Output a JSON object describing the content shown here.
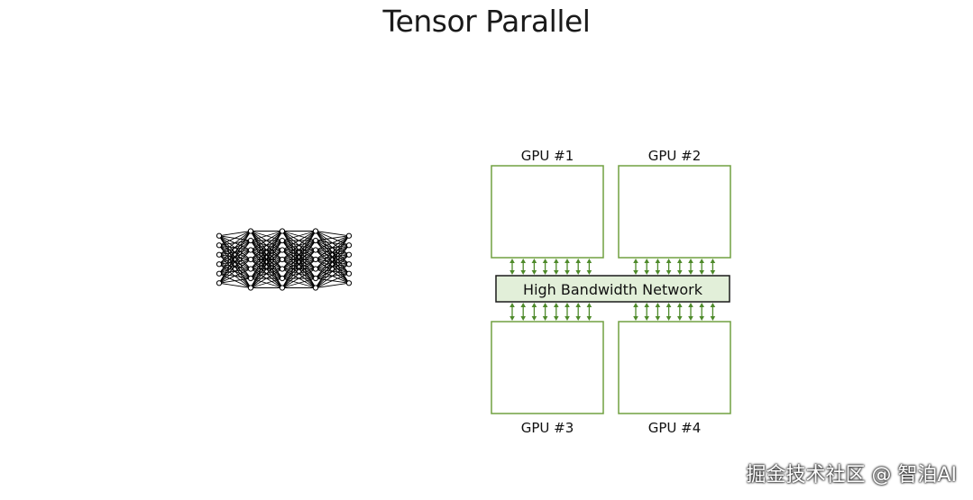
{
  "title": "Tensor Parallel",
  "gpus": [
    {
      "label": "GPU #1"
    },
    {
      "label": "GPU #2"
    },
    {
      "label": "GPU #3"
    },
    {
      "label": "GPU #4"
    }
  ],
  "network": {
    "label": "High Bandwidth Network"
  },
  "watermark": "掘金技术社区 @ 智泊AI",
  "colors": {
    "gpu_border": "#70a040",
    "arrow": "#4e8a2a",
    "network_fill": "#e2efd9",
    "network_border": "#1a1a1a",
    "nn_line": "#000000"
  },
  "neural_net": {
    "layer_sizes": [
      6,
      7,
      7,
      7,
      6
    ]
  }
}
